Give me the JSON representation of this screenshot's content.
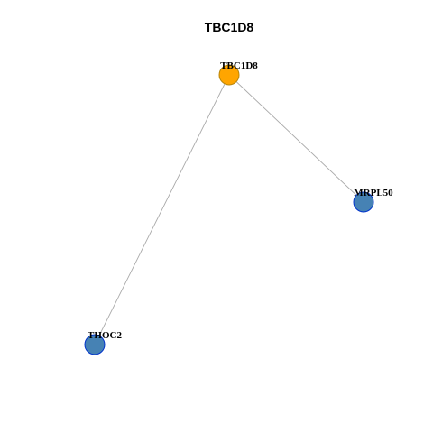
{
  "title": "TBC1D8",
  "colors": {
    "hub_fill": "#FFA500",
    "hub_stroke": "#B8860B",
    "node_fill": "#4682B4",
    "node_stroke": "#0033CC",
    "edge": "#A9A9A9"
  },
  "nodes": [
    {
      "id": "TBC1D8",
      "label": "TBC1D8",
      "role": "hub"
    },
    {
      "id": "MRPL50",
      "label": "MRPL50",
      "role": "neighbor"
    },
    {
      "id": "THOC2",
      "label": "THOC2",
      "role": "neighbor"
    }
  ],
  "edges": [
    {
      "source": "TBC1D8",
      "target": "MRPL50"
    },
    {
      "source": "TBC1D8",
      "target": "THOC2"
    }
  ]
}
